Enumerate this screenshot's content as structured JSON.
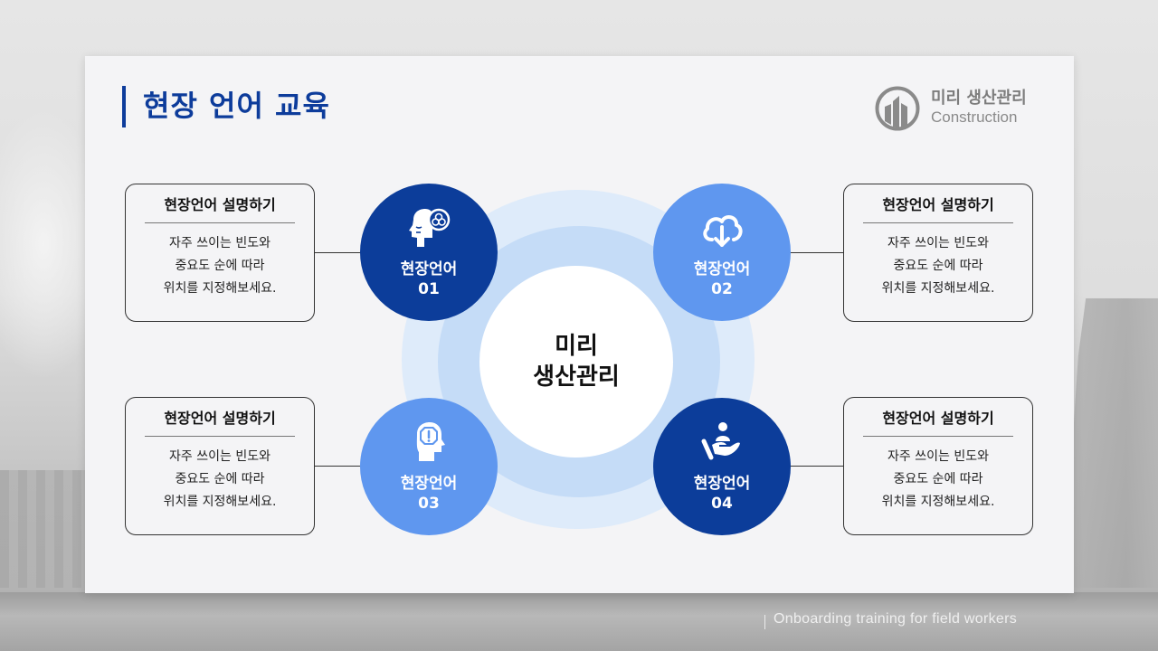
{
  "header": {
    "title": "현장 언어 교육"
  },
  "logo": {
    "name_kr": "미리 생산관리",
    "name_en": "Construction",
    "icon": "building-circle-icon"
  },
  "center": {
    "line1": "미리",
    "line2": "생산관리"
  },
  "nodes": [
    {
      "label": "현장언어",
      "number": "01",
      "icon": "head-brain-icon",
      "color": "#0c3d9a"
    },
    {
      "label": "현장언어",
      "number": "02",
      "icon": "cloud-download-icon",
      "color": "#5f97ef"
    },
    {
      "label": "현장언어",
      "number": "03",
      "icon": "head-alert-icon",
      "color": "#5f97ef"
    },
    {
      "label": "현장언어",
      "number": "04",
      "icon": "hand-person-icon",
      "color": "#0c3d9a"
    }
  ],
  "boxes": [
    {
      "title": "현장언어 설명하기",
      "lines": [
        "자주 쓰이는 빈도와",
        "중요도 순에 따라",
        "위치를 지정해보세요."
      ]
    },
    {
      "title": "현장언어 설명하기",
      "lines": [
        "자주 쓰이는 빈도와",
        "중요도 순에 따라",
        "위치를 지정해보세요."
      ]
    },
    {
      "title": "현장언어 설명하기",
      "lines": [
        "자주 쓰이는 빈도와",
        "중요도 순에 따라",
        "위치를 지정해보세요."
      ]
    },
    {
      "title": "현장언어 설명하기",
      "lines": [
        "자주 쓰이는 빈도와",
        "중요도 순에 따라",
        "위치를 지정해보세요."
      ]
    }
  ],
  "colors": {
    "primary_dark": "#0c3d9a",
    "primary_light": "#5f97ef",
    "ring_outer": "#deebfa",
    "ring_mid": "#c5dcf7"
  },
  "footer": {
    "tagline": "Onboarding training for field workers"
  }
}
